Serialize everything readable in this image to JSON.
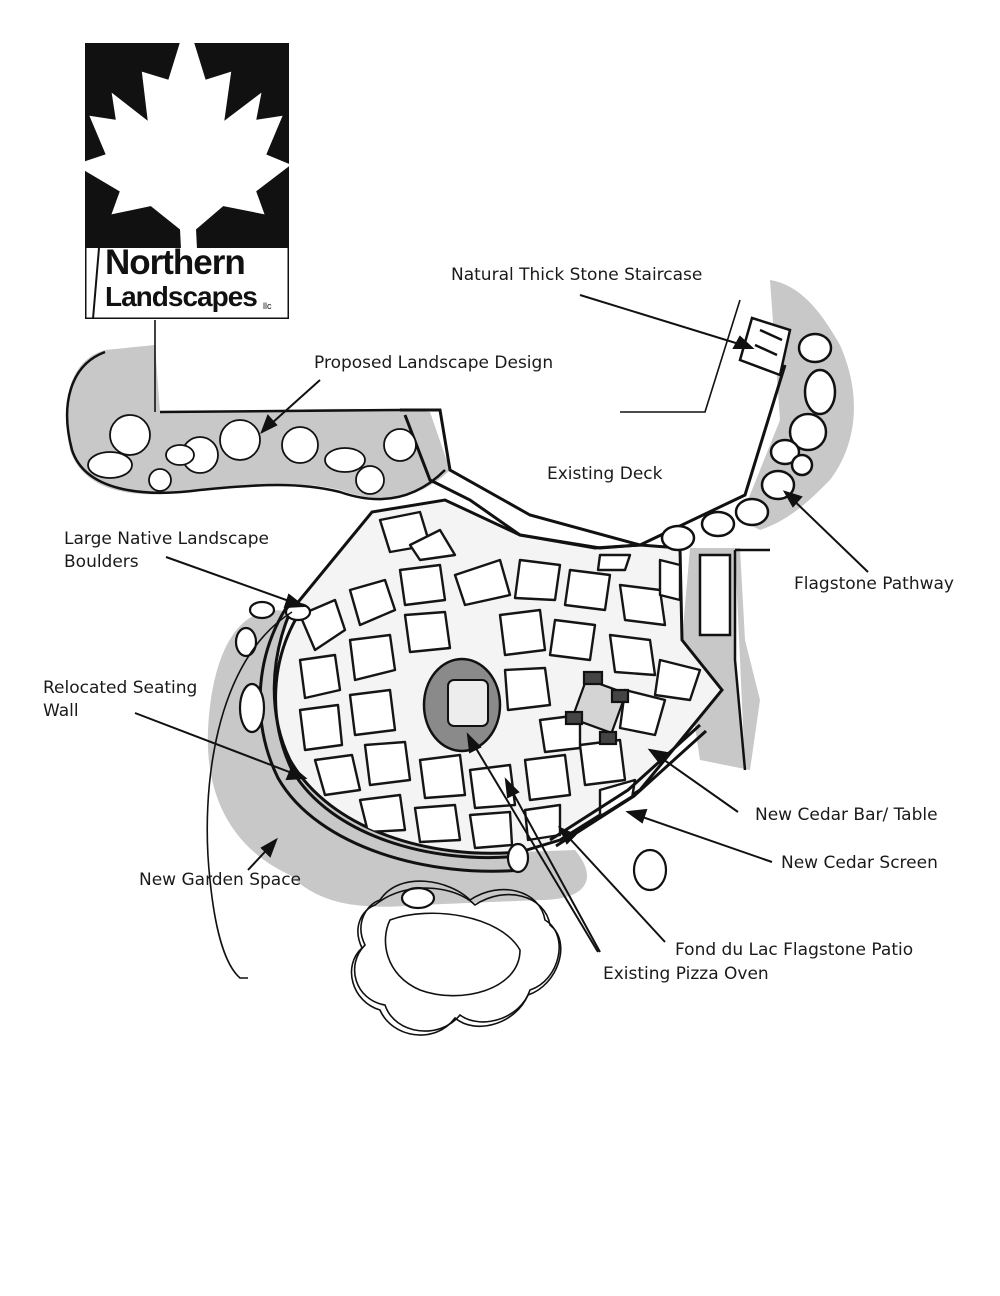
{
  "logo": {
    "line1": "Northern",
    "line2": "Landscapes",
    "suffix": "llc",
    "icon": "maple-leaf-icon"
  },
  "labels": {
    "natural_thick_stone_staircase": "Natural Thick Stone Staircase",
    "proposed_landscape_design": "Proposed Landscape Design",
    "existing_deck": "Existing Deck",
    "large_native_landscape_boulders_line1": "Large Native Landscape",
    "large_native_landscape_boulders_line2": "Boulders",
    "flagstone_pathway": "Flagstone Pathway",
    "relocated_seating_wall_line1": "Relocated Seating",
    "relocated_seating_wall_line2": "Wall",
    "new_cedar_bar_table": "New Cedar Bar/ Table",
    "new_cedar_screen": "New Cedar Screen",
    "new_garden_space": "New Garden Space",
    "fond_du_lac_flagstone_patio": "Fond du Lac Flagstone Patio",
    "existing_pizza_oven": "Existing Pizza Oven"
  },
  "colors": {
    "ink": "#1a1a1a",
    "shade": "#c8c8c8",
    "paper": "#ffffff"
  }
}
